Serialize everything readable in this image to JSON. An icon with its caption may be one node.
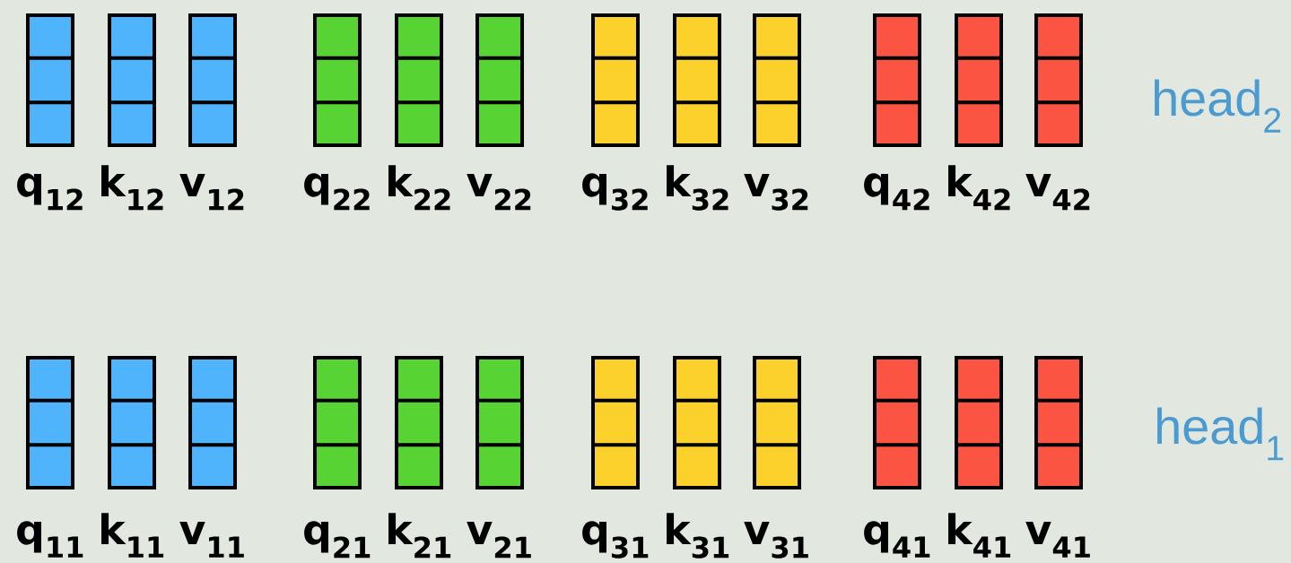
{
  "diagram": {
    "nodes": [
      {
        "text": [],
        "shape": "box",
        "beside": [
          "q$_{12}$"
        ]
      },
      {
        "text": [],
        "shape": "box",
        "beside": [
          "k$_{12}$"
        ]
      },
      {
        "text": [],
        "shape": "box",
        "beside": [
          "v$_{12}$"
        ]
      },
      {
        "text": [],
        "shape": "box",
        "beside": [
          "q$_{22}$"
        ]
      },
      {
        "text": [],
        "shape": "box",
        "beside": [
          "k$_{22}$"
        ]
      },
      {
        "text": [],
        "shape": "box",
        "beside": [
          "v$_{22}$"
        ]
      },
      {
        "text": [],
        "shape": "box",
        "beside": [
          "q$_{32}$"
        ]
      },
      {
        "text": [],
        "shape": "box",
        "beside": [
          "k$_{32}$"
        ]
      },
      {
        "text": [],
        "shape": "box",
        "beside": [
          "v$_{32}$"
        ]
      },
      {
        "text": [],
        "shape": "box",
        "beside": [
          "q$_{42}$"
        ]
      },
      {
        "text": [],
        "shape": "box",
        "beside": [
          "k$_{42}$"
        ]
      },
      {
        "text": [],
        "shape": "box",
        "beside": [
          "v$_{42}$"
        ]
      },
      {
        "text": [],
        "shape": "box",
        "beside": [
          "q$_{11}$"
        ]
      },
      {
        "text": [],
        "shape": "box",
        "beside": [
          "k$_{11}$"
        ]
      },
      {
        "text": [],
        "shape": "box",
        "beside": [
          "v$_{11}$"
        ]
      },
      {
        "text": [],
        "shape": "box",
        "beside": [
          "q$_{21}$"
        ]
      },
      {
        "text": [],
        "shape": "box",
        "beside": [
          "k$_{21}$"
        ]
      },
      {
        "text": [],
        "shape": "box",
        "beside": [
          "v$_{21}$"
        ]
      },
      {
        "text": [],
        "shape": "box",
        "beside": [
          "q$_{31}$"
        ]
      },
      {
        "text": [],
        "shape": "box",
        "beside": [
          "k$_{31}$"
        ]
      },
      {
        "text": [],
        "shape": "box",
        "beside": [
          "v$_{31}$"
        ]
      },
      {
        "text": [],
        "shape": "box",
        "beside": [
          "q$_{41}$"
        ]
      },
      {
        "text": [],
        "shape": "box",
        "beside": [
          "k$_{41}$"
        ]
      },
      {
        "text": [],
        "shape": "box",
        "beside": [
          "v$_{41}$"
        ]
      }
    ],
    "labels": [
      "head$_{2}$",
      "head$_{1}$"
    ]
  }
}
